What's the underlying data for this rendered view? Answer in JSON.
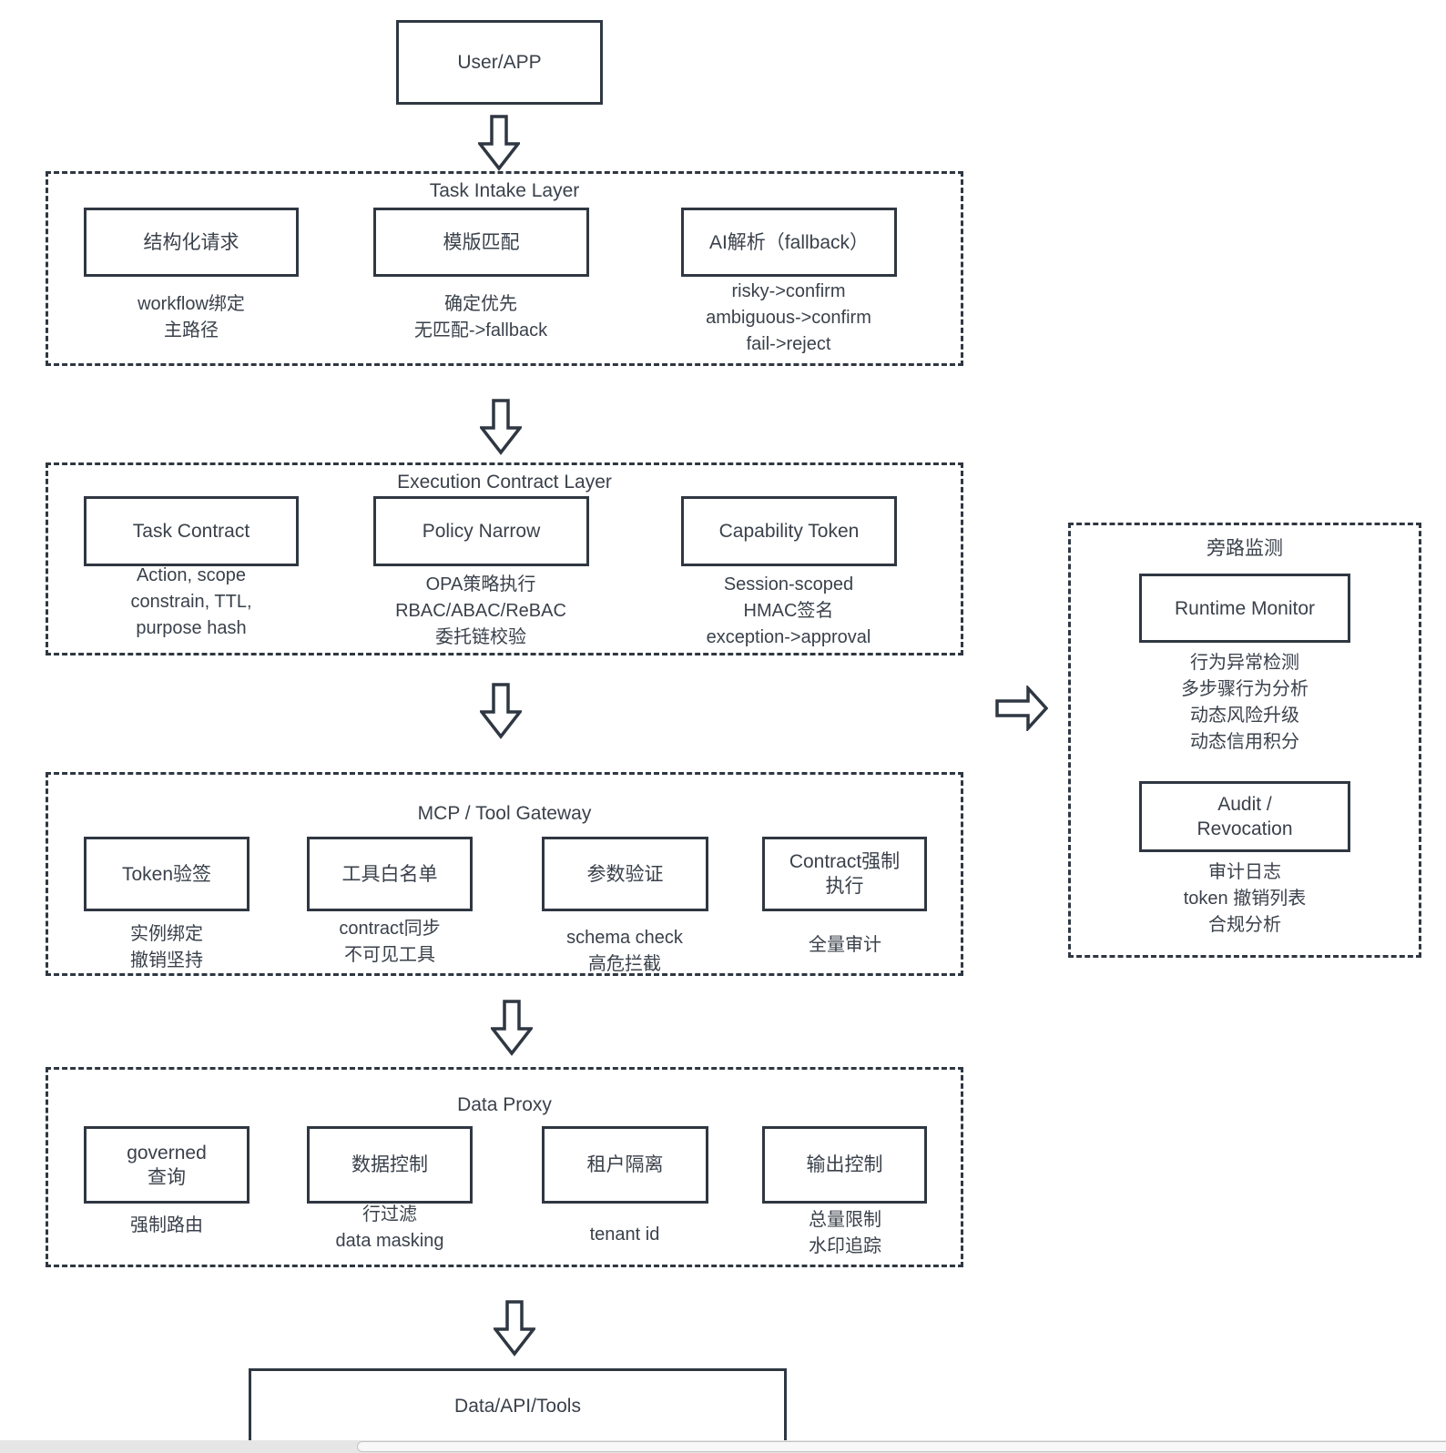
{
  "colors": {
    "stroke": "#2f3742",
    "text": "#3a414b"
  },
  "top_node": {
    "label": "User/APP"
  },
  "bottom_node": {
    "label": "Data/API/Tools"
  },
  "layers": [
    {
      "title": "Task Intake Layer",
      "boxes": [
        {
          "label": "结构化请求",
          "sub": "workflow绑定\n主路径"
        },
        {
          "label": "模版匹配",
          "sub": "确定优先\n无匹配->fallback"
        },
        {
          "label": "AI解析（fallback）",
          "sub": "risky->confirm\nambiguous->confirm\nfail->reject"
        }
      ]
    },
    {
      "title": "Execution Contract Layer",
      "boxes": [
        {
          "label": "Task Contract",
          "sub": "Action, scope\nconstrain, TTL,\npurpose hash"
        },
        {
          "label": "Policy Narrow",
          "sub": "OPA策略执行\nRBAC/ABAC/ReBAC\n委托链校验"
        },
        {
          "label": "Capability Token",
          "sub": "Session-scoped\nHMAC签名\nexception->approval"
        }
      ]
    },
    {
      "title": "MCP / Tool Gateway",
      "boxes": [
        {
          "label": "Token验签",
          "sub": "实例绑定\n撤销坚持"
        },
        {
          "label": "工具白名单",
          "sub": "contract同步\n不可见工具"
        },
        {
          "label": "参数验证",
          "sub": "schema check\n高危拦截"
        },
        {
          "label": "Contract强制\n执行",
          "sub": "全量审计"
        }
      ]
    },
    {
      "title": "Data Proxy",
      "boxes": [
        {
          "label": "governed\n查询",
          "sub": "强制路由"
        },
        {
          "label": "数据控制",
          "sub": "行过滤\ndata masking"
        },
        {
          "label": "租户隔离",
          "sub": "tenant id"
        },
        {
          "label": "输出控制",
          "sub": "总量限制\n水印追踪"
        }
      ]
    }
  ],
  "side_panel": {
    "title": "旁路监测",
    "boxes": [
      {
        "label": "Runtime Monitor",
        "sub": "行为异常检测\n多步骤行为分析\n动态风险升级\n动态信用积分"
      },
      {
        "label": "Audit /\nRevocation",
        "sub": "审计日志\ntoken 撤销列表\n合规分析"
      }
    ]
  }
}
